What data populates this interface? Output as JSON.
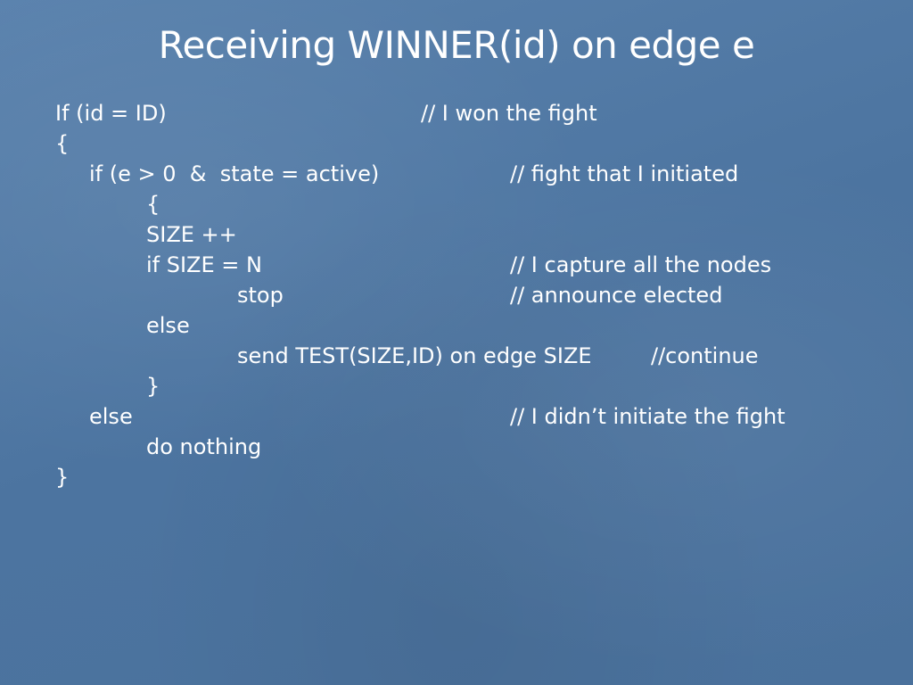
{
  "slide": {
    "title": "Receiving WINNER(id) on edge e",
    "lines": [
      {
        "text": "If (id = ID)",
        "comment": "// I won the fight"
      },
      {
        "text": "{",
        "comment": ""
      },
      {
        "text": "if (e > 0  &  state = active)",
        "comment": "// fight that I initiated"
      },
      {
        "text": "{",
        "comment": ""
      },
      {
        "text": "SIZE ++",
        "comment": ""
      },
      {
        "text": "if SIZE = N",
        "comment": "// I capture all the nodes"
      },
      {
        "text": "stop",
        "comment": "// announce elected"
      },
      {
        "text": "else",
        "comment": ""
      },
      {
        "text": "send TEST(SIZE,ID) on edge SIZE",
        "comment": "//continue"
      },
      {
        "text": "}",
        "comment": ""
      },
      {
        "text": "else",
        "comment": "// I didn’t initiate the fight"
      },
      {
        "text": "do nothing",
        "comment": ""
      },
      {
        "text": "}",
        "comment": ""
      }
    ]
  }
}
